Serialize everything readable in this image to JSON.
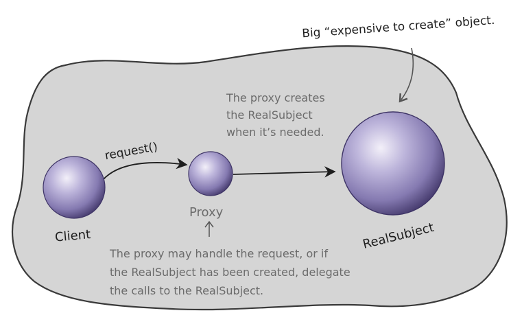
{
  "diagram": {
    "callout_top": "Big “expensive to create” object.",
    "note_proxy_creates": [
      "The proxy creates",
      "the RealSubject",
      "when it’s needed."
    ],
    "arrow_label_request": "request()",
    "node_client": "Client",
    "node_proxy": "Proxy",
    "node_real_subject": "RealSubject",
    "note_bottom": [
      "The proxy may handle the request, or if",
      "the RealSubject has been created, delegate",
      "the calls to the RealSubject."
    ]
  },
  "colors": {
    "blob_fill": "#d5d5d5",
    "blob_stroke": "#3a3a3a",
    "sphere_light": "#eeeaf6",
    "sphere_mid": "#a79fc8",
    "sphere_dark": "#4a3f72",
    "arrow": "#1e1e1e",
    "note_text": "#6b6b6b",
    "label_text": "#1e1e1e"
  }
}
